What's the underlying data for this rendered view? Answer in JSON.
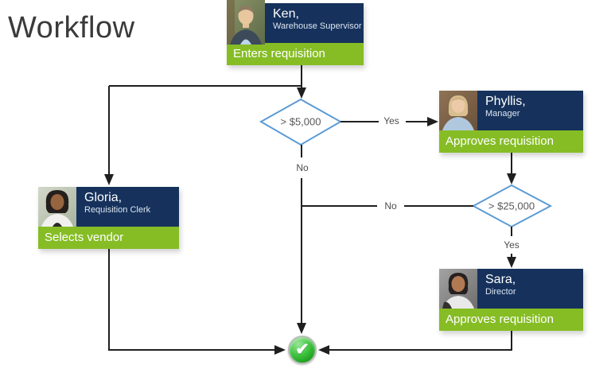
{
  "page": {
    "title": "Workflow"
  },
  "colors": {
    "navy_panel": "#16325c",
    "action_green": "#86bd25",
    "diamond_border": "#5b9bd5",
    "connector": "#1f1f1f",
    "check_green": "#2eb82e"
  },
  "steps": {
    "ken": {
      "person": "Ken,",
      "role": "Warehouse Supervisor",
      "action": "Enters requisition"
    },
    "gloria": {
      "person": "Gloria,",
      "role": "Requisition Clerk",
      "action": "Selects vendor"
    },
    "phyllis": {
      "person": "Phyllis,",
      "role": "Manager",
      "action": "Approves requisition"
    },
    "sara": {
      "person": "Sara,",
      "role": "Director",
      "action": "Approves requisition"
    }
  },
  "decisions": {
    "over_5000": {
      "label": "> $5,000"
    },
    "over_25000": {
      "label": "> $25,000"
    }
  },
  "branch_labels": {
    "d1_yes": "Yes",
    "d1_no": "No",
    "d2_no": "No",
    "d2_yes": "Yes"
  },
  "end_node": {
    "icon": "check-icon",
    "glyph": "✔"
  }
}
